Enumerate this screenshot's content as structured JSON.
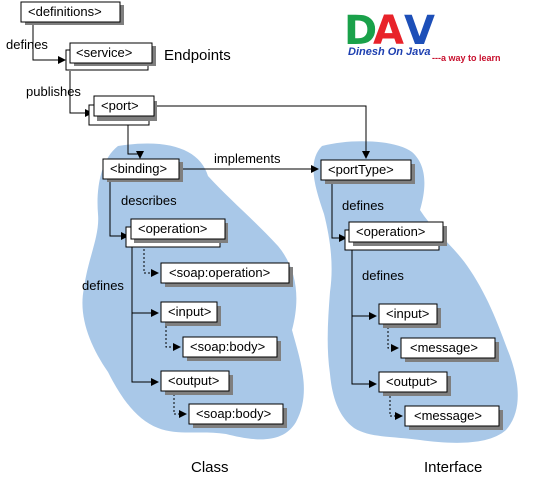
{
  "diagram": {
    "nodes": {
      "definitions": "<definitions>",
      "service": "<service>",
      "port": "<port>",
      "binding": "<binding>",
      "class_operation": "<operation>",
      "soap_operation": "<soap:operation>",
      "class_input": "<input>",
      "class_input_body": "<soap:body>",
      "class_output": "<output>",
      "class_output_body": "<soap:body>",
      "portType": "<portType>",
      "iface_operation": "<operation>",
      "iface_input": "<input>",
      "iface_input_message": "<message>",
      "iface_output": "<output>",
      "iface_output_message": "<message>"
    },
    "edge_labels": {
      "defines_service": "defines",
      "publishes": "publishes",
      "implements": "implements",
      "describes": "describes",
      "class_defines": "defines",
      "iface_defines_operation": "defines",
      "iface_defines_messages": "defines"
    },
    "section_labels": {
      "endpoints": "Endpoints",
      "class": "Class",
      "interface": "Interface"
    }
  },
  "logo": {
    "letters": [
      "D",
      "A",
      "V"
    ],
    "name": "Dinesh On Java",
    "tagline": "---a way to learn",
    "colors": {
      "d": "#1aa14a",
      "a": "#e8232a",
      "v": "#1d4fb8"
    }
  },
  "colors": {
    "blob": "#a9c8e8",
    "box_fill": "#ffffff",
    "box_shadow": "#7f7f7f",
    "line": "#000000"
  }
}
